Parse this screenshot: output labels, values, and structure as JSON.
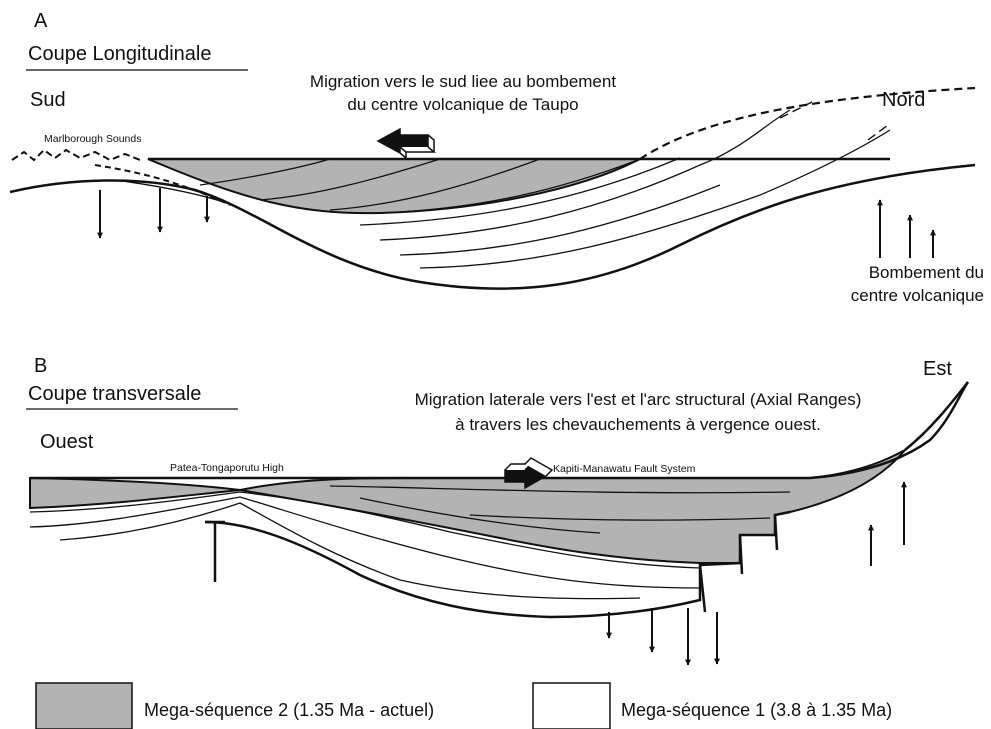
{
  "panel_a": {
    "letter": "A",
    "title": "Coupe Longitudinale",
    "south": "Sud",
    "north": "Nord",
    "place_label": "Marlborough Sounds",
    "migration_line1": "Migration vers le sud liee au bombement",
    "migration_line2": "du centre volcanique de Taupo",
    "uplift_line1": "Bombement du",
    "uplift_line2": "centre volcanique"
  },
  "panel_b": {
    "letter": "B",
    "title": "Coupe transversale",
    "west": "Ouest",
    "east": "Est",
    "high_label": "Patea-Tongaporutu High",
    "fault_label": "Kapiti-Manawatu Fault System",
    "migration_line1": "Migration laterale vers l'est et l'arc structural (Axial Ranges)",
    "migration_line2": "à travers les chevauchements à vergence ouest."
  },
  "legend": {
    "item2": "Mega-séquence 2 (1.35 Ma - actuel)",
    "item1": "Mega-séquence 1 (3.8  à 1.35 Ma)",
    "fill_seq2": "#b3b3b3",
    "fill_seq1": "#ffffff"
  }
}
